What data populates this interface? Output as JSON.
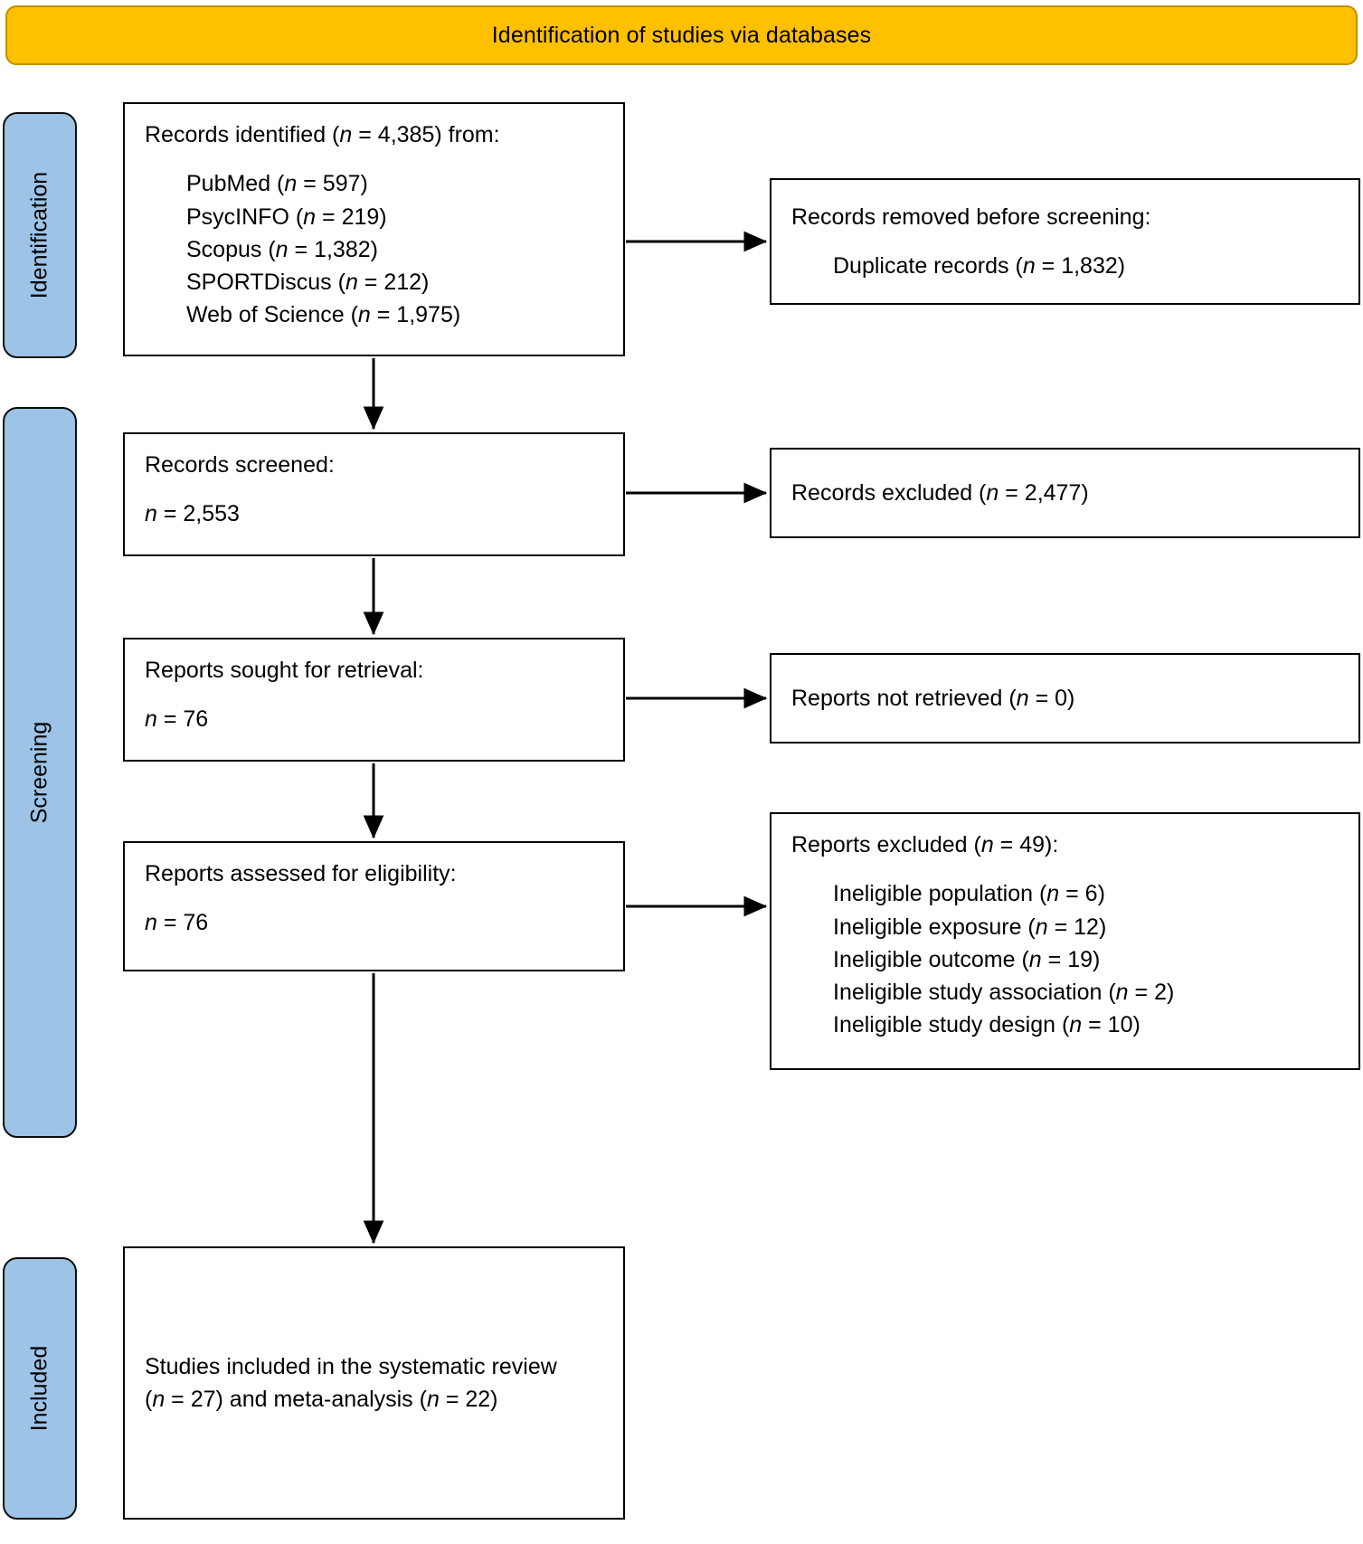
{
  "banner": {
    "label": "Identification of studies via databases",
    "fill": "#FFC000",
    "stroke": "#BF9000"
  },
  "stages": {
    "fill": "#9DC3E6",
    "identification": "Identification",
    "screening": "Screening",
    "included": "Included"
  },
  "boxes": {
    "identified": {
      "title": "Records identified (",
      "title_n": "n",
      "title_rest": " = 4,385) from:",
      "sources": [
        {
          "name": "PubMed (",
          "n": "n",
          "value": " = 597)"
        },
        {
          "name": "PsycINFO (",
          "n": "n",
          "value": " = 219)"
        },
        {
          "name": "Scopus (",
          "n": "n",
          "value": " = 1,382)"
        },
        {
          "name": "SPORTDiscus (",
          "n": "n",
          "value": " = 212)"
        },
        {
          "name": "Web of Science (",
          "n": "n",
          "value": " = 1,975)"
        }
      ]
    },
    "removed": {
      "title": "Records removed before screening:",
      "item_pre": "Duplicate records (",
      "item_n": "n",
      "item_post": " = 1,832)"
    },
    "screened": {
      "title": "Records screened:",
      "count_n": "n",
      "count_value": " = 2,553"
    },
    "records_excluded": {
      "pre": "Records excluded (",
      "n": "n",
      "post": " = 2,477)"
    },
    "sought": {
      "title": "Reports sought for retrieval:",
      "count_n": "n",
      "count_value": " = 76"
    },
    "not_retrieved": {
      "pre": "Reports not retrieved (",
      "n": "n",
      "post": " = 0)"
    },
    "assessed": {
      "title": "Reports assessed for eligibility:",
      "count_n": "n",
      "count_value": " = 76"
    },
    "reports_excluded": {
      "title_pre": "Reports excluded (",
      "title_n": "n",
      "title_post": " = 49):",
      "reasons": [
        {
          "name": "Ineligible population (",
          "n": "n",
          "value": " = 6)"
        },
        {
          "name": "Ineligible exposure (",
          "n": "n",
          "value": " = 12)"
        },
        {
          "name": "Ineligible outcome (",
          "n": "n",
          "value": " = 19)"
        },
        {
          "name": "Ineligible study association (",
          "n": "n",
          "value": " = 2)"
        },
        {
          "name": "Ineligible study design (",
          "n": "n",
          "value": " = 10)"
        }
      ]
    },
    "included": {
      "line1": "Studies included in the systematic review",
      "line2_pre": "(",
      "line2_n1": "n",
      "line2_mid": " = 27) and meta-analysis (",
      "line2_n2": "n",
      "line2_post": " = 22)"
    }
  }
}
